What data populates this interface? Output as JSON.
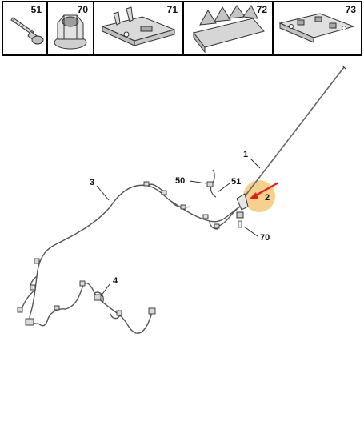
{
  "thumbnails": [
    {
      "number": "51"
    },
    {
      "number": "70"
    },
    {
      "number": "71"
    },
    {
      "number": "72"
    },
    {
      "number": "73"
    }
  ],
  "callouts": {
    "c1": "1",
    "c2": "2",
    "c3": "3",
    "c4": "4",
    "c50": "50",
    "c51": "51",
    "c70": "70"
  },
  "colors": {
    "highlight": "#f5c97a",
    "arrow": "#e0201b",
    "line": "#555555"
  }
}
